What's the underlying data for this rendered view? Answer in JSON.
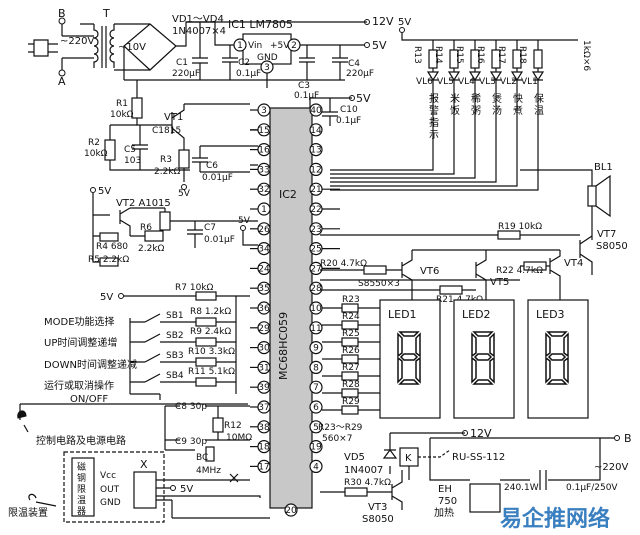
{
  "power": {
    "plug_top": "B",
    "plug_bottom": "A",
    "mains": "~220V",
    "transformer": "T",
    "secondary": "~10V",
    "rectifier_name": "VD1～VD4",
    "rectifier_part": "1N4007×4",
    "regulator_name": "IC1 LM7805",
    "regulator_pins": [
      "1",
      "2",
      "3"
    ],
    "reg_vin": "Vin",
    "reg_vout": "+5V",
    "reg_gnd": "GND",
    "rail_12v": "12V",
    "rail_5v": "5V",
    "c1": "C1",
    "c1_val": "220μF",
    "c2": "C2",
    "c2_val": "0.1μF",
    "c3": "C3",
    "c3_val": "0.1μF",
    "c4": "C4",
    "c4_val": "220μF",
    "c10": "C10",
    "c10_val": "0.1μF"
  },
  "reset": {
    "r1": "R1",
    "r1_val": "10kΩ",
    "vt1": "VT1",
    "vt1_part": "C1815",
    "r2": "R2",
    "r2_val": "10kΩ",
    "c5": "C5",
    "c5_val": "103",
    "r3": "R3",
    "r3_val": "2.2kΩ",
    "c6": "C6",
    "c6_val": "0.01μF",
    "v5": "5V"
  },
  "temp": {
    "v5": "5V",
    "vt2": "VT2 A1015",
    "r6": "R6",
    "r6_val": "2.2kΩ",
    "r4": "R4 680",
    "r5": "R5 2.2kΩ",
    "c7": "C7",
    "c7_val": "0.01μF",
    "v5b": "5V"
  },
  "keys": {
    "r7": "R7 10kΩ",
    "v5": "5V",
    "rows": [
      {
        "label": "MODE功能选择",
        "sb": "SB1",
        "r": "R8 1.2kΩ"
      },
      {
        "label": "UP时间调整递增",
        "sb": "SB2",
        "r": "R9 2.4kΩ"
      },
      {
        "label": "DOWN时间调整递减",
        "sb": "SB3",
        "r": "R10 3.3kΩ"
      },
      {
        "label": "运行或取消操作",
        "sb": "SB4",
        "r": "R11 5.1kΩ"
      }
    ],
    "onoff": "ON/OFF"
  },
  "osc": {
    "c8": "C8 30p",
    "c9": "C9 30p",
    "r12": "R12",
    "r12_val": "10MΩ",
    "bc": "BC",
    "freq": "4MHz"
  },
  "ic2": {
    "name": "IC2",
    "part": "MC68HC059",
    "left_pins": [
      "3",
      "15",
      "16",
      "33",
      "32",
      "1",
      "26",
      "34",
      "24",
      "35",
      "36",
      "29",
      "30",
      "31",
      "39",
      "37",
      "38",
      "18",
      "17"
    ],
    "right_pins": [
      "40",
      "14",
      "13",
      "12",
      "21",
      "22",
      "23",
      "25",
      "27",
      "28",
      "10",
      "11",
      "9",
      "8",
      "7",
      "6",
      "5",
      "19",
      "4"
    ],
    "bottom_pin": "20"
  },
  "leds": {
    "v5": "5V",
    "resistors": [
      "R13",
      "R14",
      "R15",
      "R16",
      "R17",
      "R18"
    ],
    "res_val": "1kΩ×6",
    "labels": [
      "VL6",
      "VL5",
      "VL4",
      "VL3",
      "VL2",
      "VL1"
    ],
    "funcs": [
      "报警指示",
      "米饭",
      "稀粥",
      "煲汤",
      "快煮",
      "保温"
    ]
  },
  "buzzer": {
    "bl": "BL1",
    "vt7": "VT7",
    "vt7_part": "S8050",
    "r19": "R19 10kΩ"
  },
  "drivers": {
    "r20": "R20 4.7kΩ",
    "vt6": "VT6",
    "part": "S8550×3",
    "r21": "R21 4.7kΩ",
    "vt5": "VT5",
    "r22": "R22 4.7kΩ",
    "vt4": "VT4"
  },
  "display": {
    "digits": [
      "LED1",
      "LED2",
      "LED3"
    ],
    "seg_res": [
      "R23",
      "R24",
      "R25",
      "R26",
      "R27",
      "R28",
      "R29"
    ],
    "seg_note": "R23～R29",
    "seg_val": "560×7"
  },
  "relay": {
    "rail": "12V",
    "b": "B",
    "vd5": "VD5",
    "vd5_part": "1N4007",
    "k": "K",
    "relay": "RU-SS-112",
    "mains": "~220V",
    "heater": "240.1W",
    "cap": "0.1μF/250V",
    "r30": "R30 4.7kΩ",
    "vt3": "VT3",
    "vt3_part": "S8050",
    "eh": "EH",
    "eh2": "750",
    "eh3": "加热"
  },
  "sensor": {
    "chars": [
      "磁",
      "钢",
      "限",
      "温",
      "器"
    ],
    "vcc": "Vcc",
    "out": "OUT",
    "gnd": "GND",
    "x": "X",
    "v5": "5V"
  },
  "captions": {
    "control": "控制电路及电源电路",
    "limit": "限温装置",
    "watermark": "易企推网络"
  }
}
